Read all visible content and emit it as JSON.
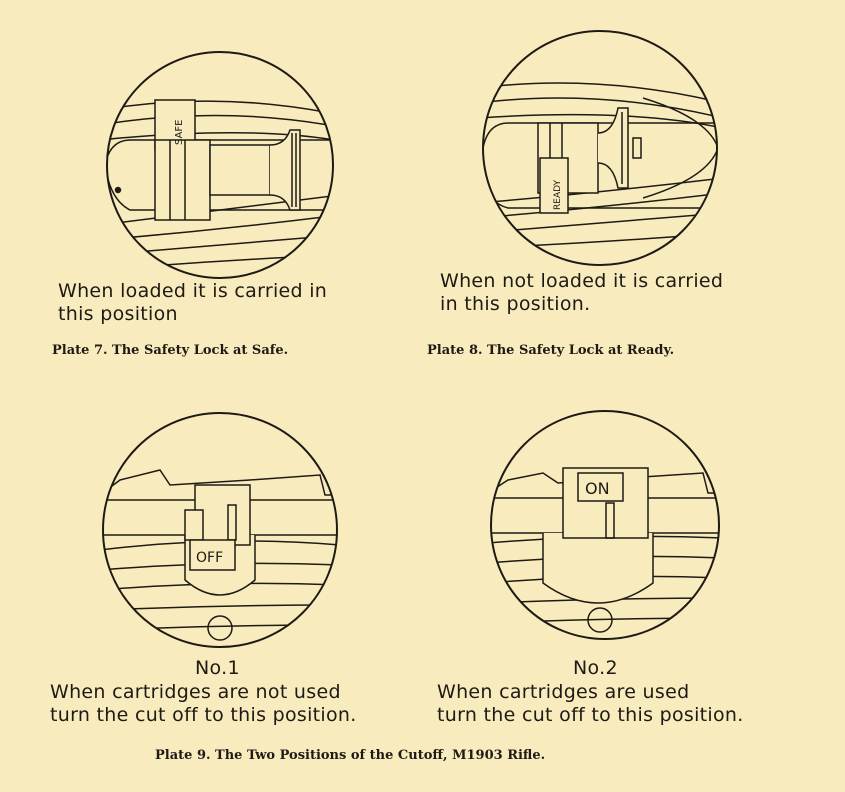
{
  "plate7": {
    "part_label": "SAFE",
    "desc_line1": "When loaded it is carried in",
    "desc_line2": "this position",
    "caption": "Plate 7.  The Safety Lock at Safe."
  },
  "plate8": {
    "part_label": "READY",
    "desc_line1": "When not loaded it is carried",
    "desc_line2": "in this position.",
    "caption": "Plate 8.  The Safety Lock at Ready."
  },
  "plate9": {
    "left": {
      "part_label": "OFF",
      "number": "No.1",
      "desc_line1": "When cartridges are not used",
      "desc_line2": "turn the cut off to this position."
    },
    "right": {
      "part_label": "ON",
      "number": "No.2",
      "desc_line1": "When cartridges are used",
      "desc_line2": "turn the cut off to this position."
    },
    "caption": "Plate 9.  The Two Positions of the Cutoff, M1903 Rifle."
  }
}
